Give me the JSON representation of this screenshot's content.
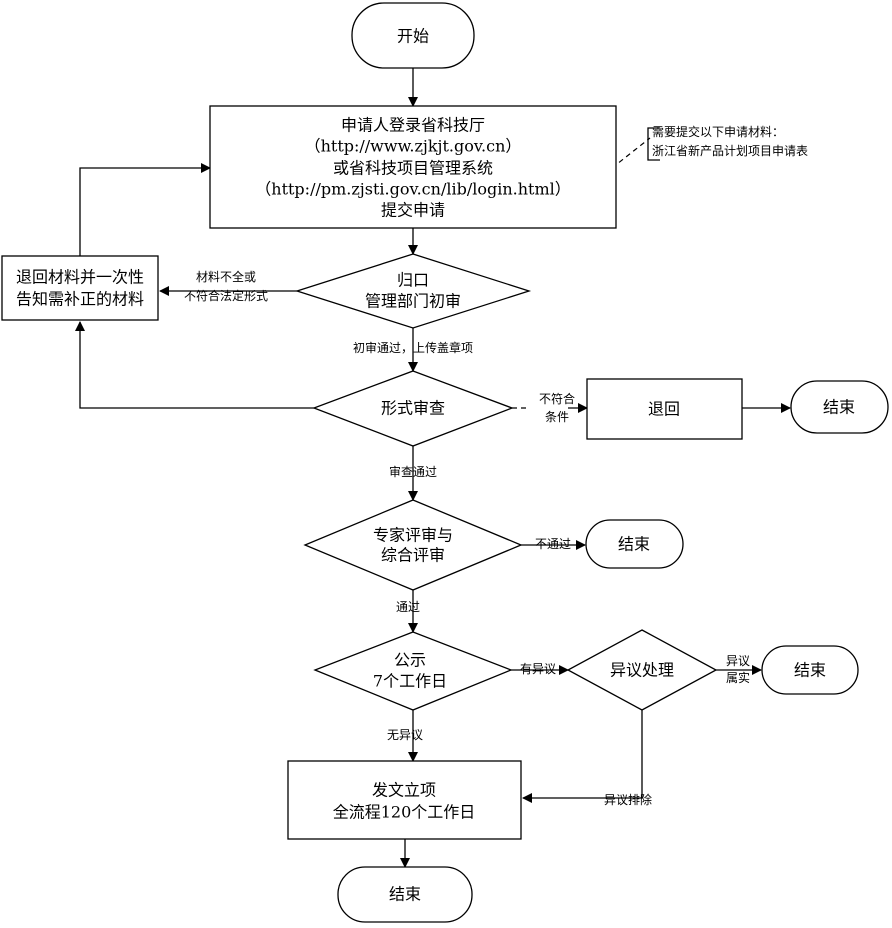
{
  "flow": {
    "start": "开始",
    "submit": {
      "line1": "申请人登录省科技厅",
      "line2": "（http://www.zjkjt.gov.cn）",
      "line3": "或省科技项目管理系统",
      "line4": "（http://pm.zjsti.gov.cn/lib/login.html）",
      "line5": "提交申请"
    },
    "note": {
      "line1": "需要提交以下申请材料：",
      "line2": "浙江省新产品计划项目申请表"
    },
    "initial_review": {
      "line1": "归口",
      "line2": "管理部门初审"
    },
    "return_materials": {
      "line1": "退回材料并一次性",
      "line2": "告知需补正的材料"
    },
    "label_incomplete": {
      "line1": "材料不全或",
      "line2": "不符合法定形式"
    },
    "label_pass_initial": "初审通过，上传盖章项",
    "formal_review": "形式审查",
    "label_nonconform": {
      "line1": "不符合",
      "line2": "条件"
    },
    "returned": "退回",
    "end1": "结束",
    "label_review_pass": "审查通过",
    "expert_review": {
      "line1": "专家评审与",
      "line2": "综合评审"
    },
    "label_not_pass": "不通过",
    "end2": "结束",
    "label_pass": "通过",
    "publicity": {
      "line1": "公示",
      "line2": "7个工作日"
    },
    "label_objection": "有异议",
    "objection_handling": "异议处理",
    "label_objection_true": {
      "line1": "异议",
      "line2": "属实"
    },
    "end3": "结束",
    "label_no_objection": "无异议",
    "label_objection_cleared": "异议排除",
    "approval": {
      "line1": "发文立项",
      "line2": "全流程120个工作日"
    },
    "end_final": "结束"
  }
}
